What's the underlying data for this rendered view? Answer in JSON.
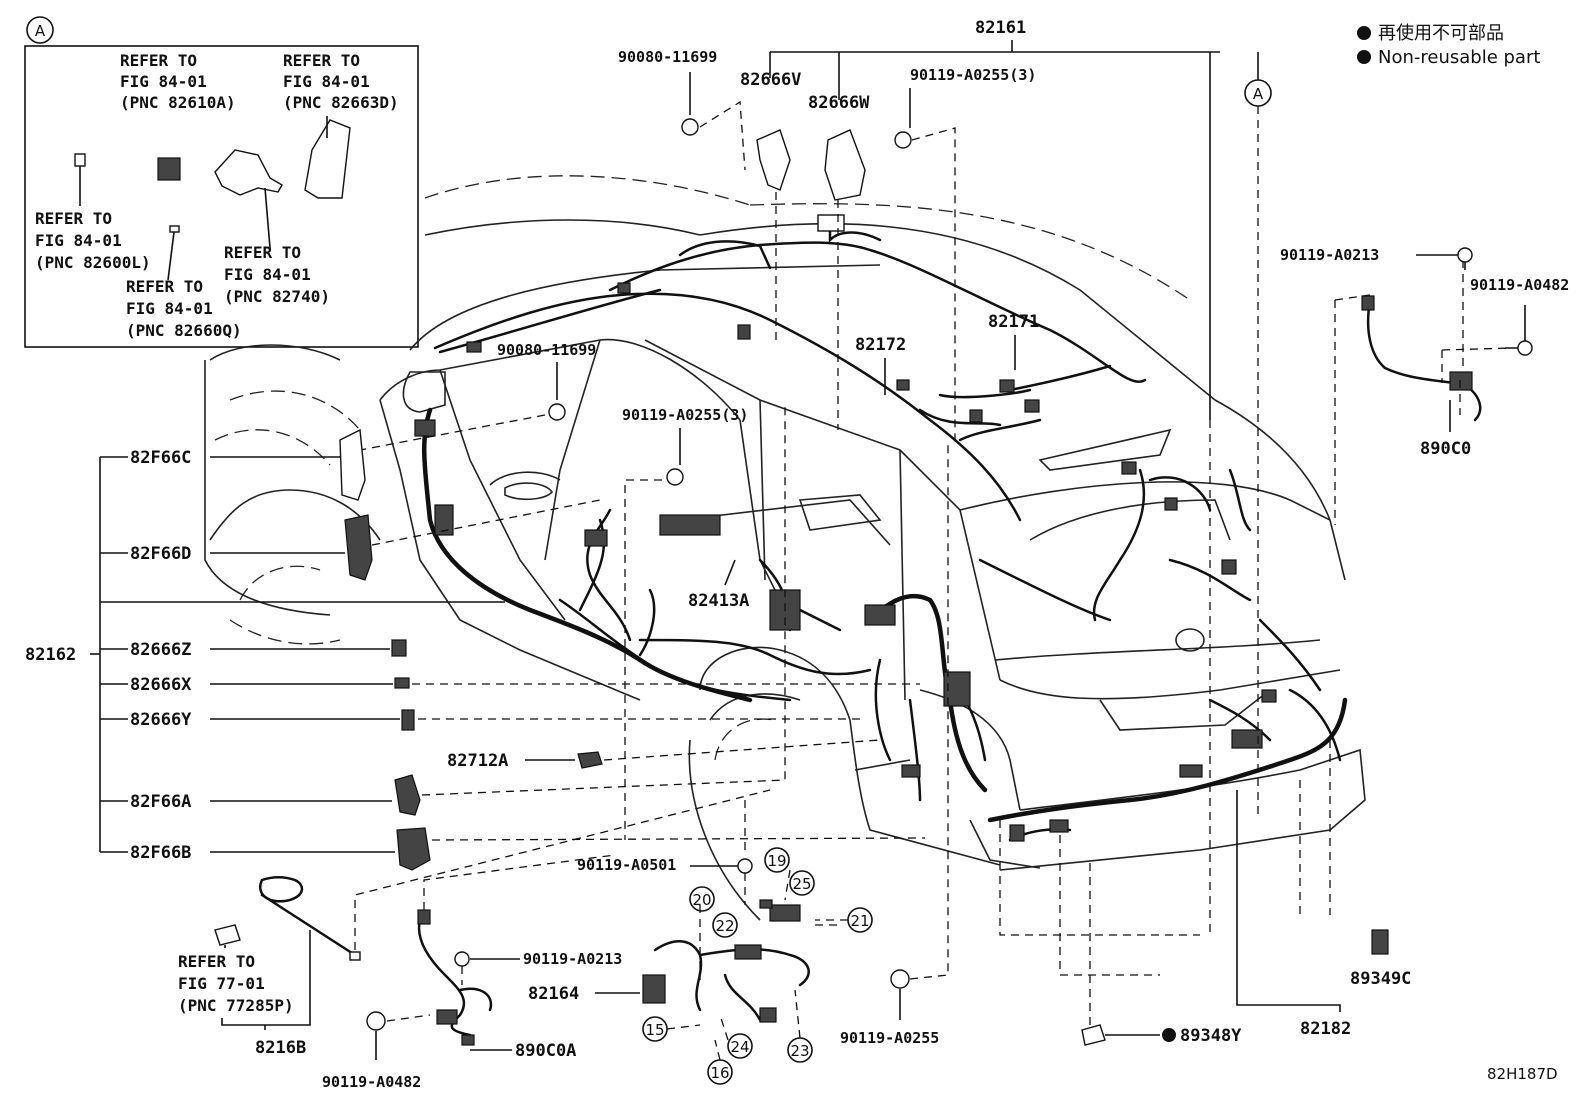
{
  "legend": {
    "ja": "再使用不可部品",
    "en": "Non-reusable part",
    "bullet_color": "#111111"
  },
  "inset": {
    "marker": "A",
    "refs": [
      {
        "l1": "REFER TO",
        "l2": "FIG 84-01",
        "l3": "(PNC 82610A)"
      },
      {
        "l1": "REFER TO",
        "l2": "FIG 84-01",
        "l3": "(PNC 82663D)"
      },
      {
        "l1": "REFER TO",
        "l2": "FIG 84-01",
        "l3": "(PNC 82600L)"
      },
      {
        "l1": "REFER TO",
        "l2": "FIG 84-01",
        "l3": "(PNC 82740)"
      },
      {
        "l1": "REFER TO",
        "l2": "FIG 84-01",
        "l3": "(PNC 82660Q)"
      }
    ]
  },
  "marker_a": "A",
  "parts": {
    "p82161": "82161",
    "p90080_top": "90080-11699",
    "p82666V": "82666V",
    "p82666W": "82666W",
    "p90119_A0255_3_top": "90119-A0255(3)",
    "p90119_A0213_right": "90119-A0213",
    "p90119_A0482_right": "90119-A0482",
    "p890C0": "890C0",
    "p82171": "82171",
    "p82172": "82172",
    "p90080_mid": "90080-11699",
    "p90119_A0255_3_mid": "90119-A0255(3)",
    "p82413A": "82413A",
    "p82F66C": "82F66C",
    "p82F66D": "82F66D",
    "p82162": "82162",
    "p82666Z": "82666Z",
    "p82666X": "82666X",
    "p82666Y": "82666Y",
    "p82712A": "82712A",
    "p82F66A": "82F66A",
    "p82F66B": "82F66B",
    "p90119_A0501": "90119-A0501",
    "p90119_A0213_low": "90119-A0213",
    "p82164": "82164",
    "p890C0A": "890C0A",
    "p8216B": "8216B",
    "p90119_A0482_low": "90119-A0482",
    "p90119_A0255_low": "90119-A0255",
    "p89348Y": "89348Y",
    "p82182": "82182",
    "p89349C": "89349C"
  },
  "refer_low": {
    "l1": "REFER TO",
    "l2": "FIG 77-01",
    "l3": "(PNC 77285P)"
  },
  "circled": [
    "19",
    "20",
    "22",
    "25",
    "21",
    "15",
    "24",
    "16",
    "23"
  ],
  "diagram_code": "82H187D"
}
